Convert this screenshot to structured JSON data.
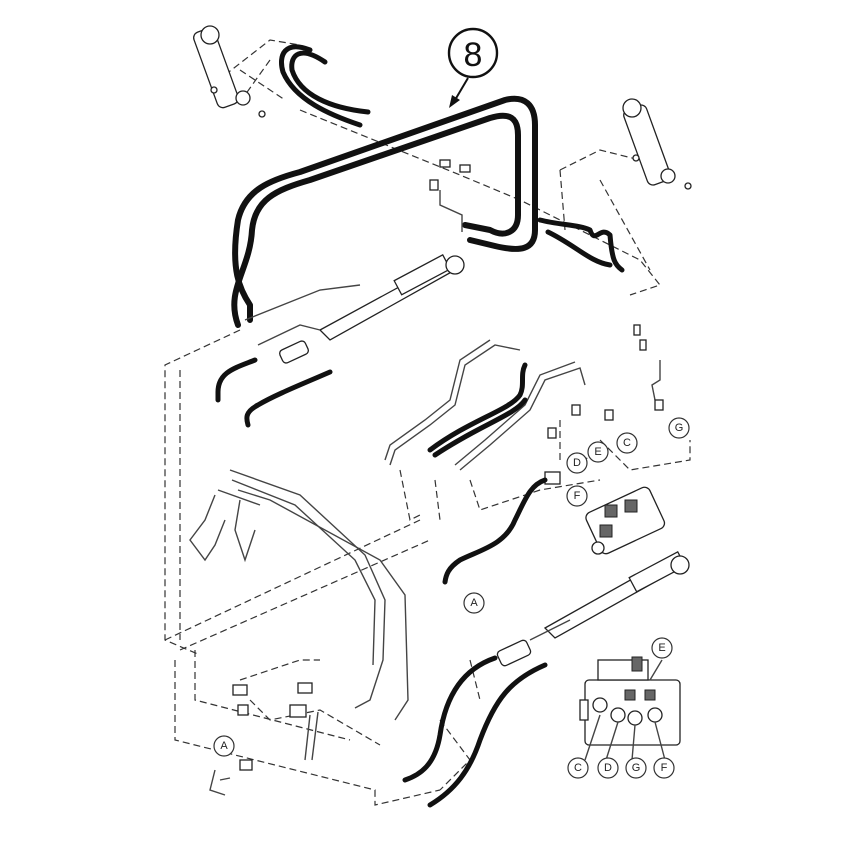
{
  "diagram": {
    "item_number": "8",
    "callouts": {
      "A_mid": "A",
      "A_low": "A",
      "C_mid": "C",
      "D_mid": "D",
      "E_mid": "E",
      "F_mid": "F",
      "G_mid": "G",
      "E_valve": "E",
      "C_valve": "C",
      "D_valve": "D",
      "G_valve": "G",
      "F_valve": "F"
    },
    "colors": {
      "line": "#111111",
      "background": "#ffffff"
    }
  }
}
